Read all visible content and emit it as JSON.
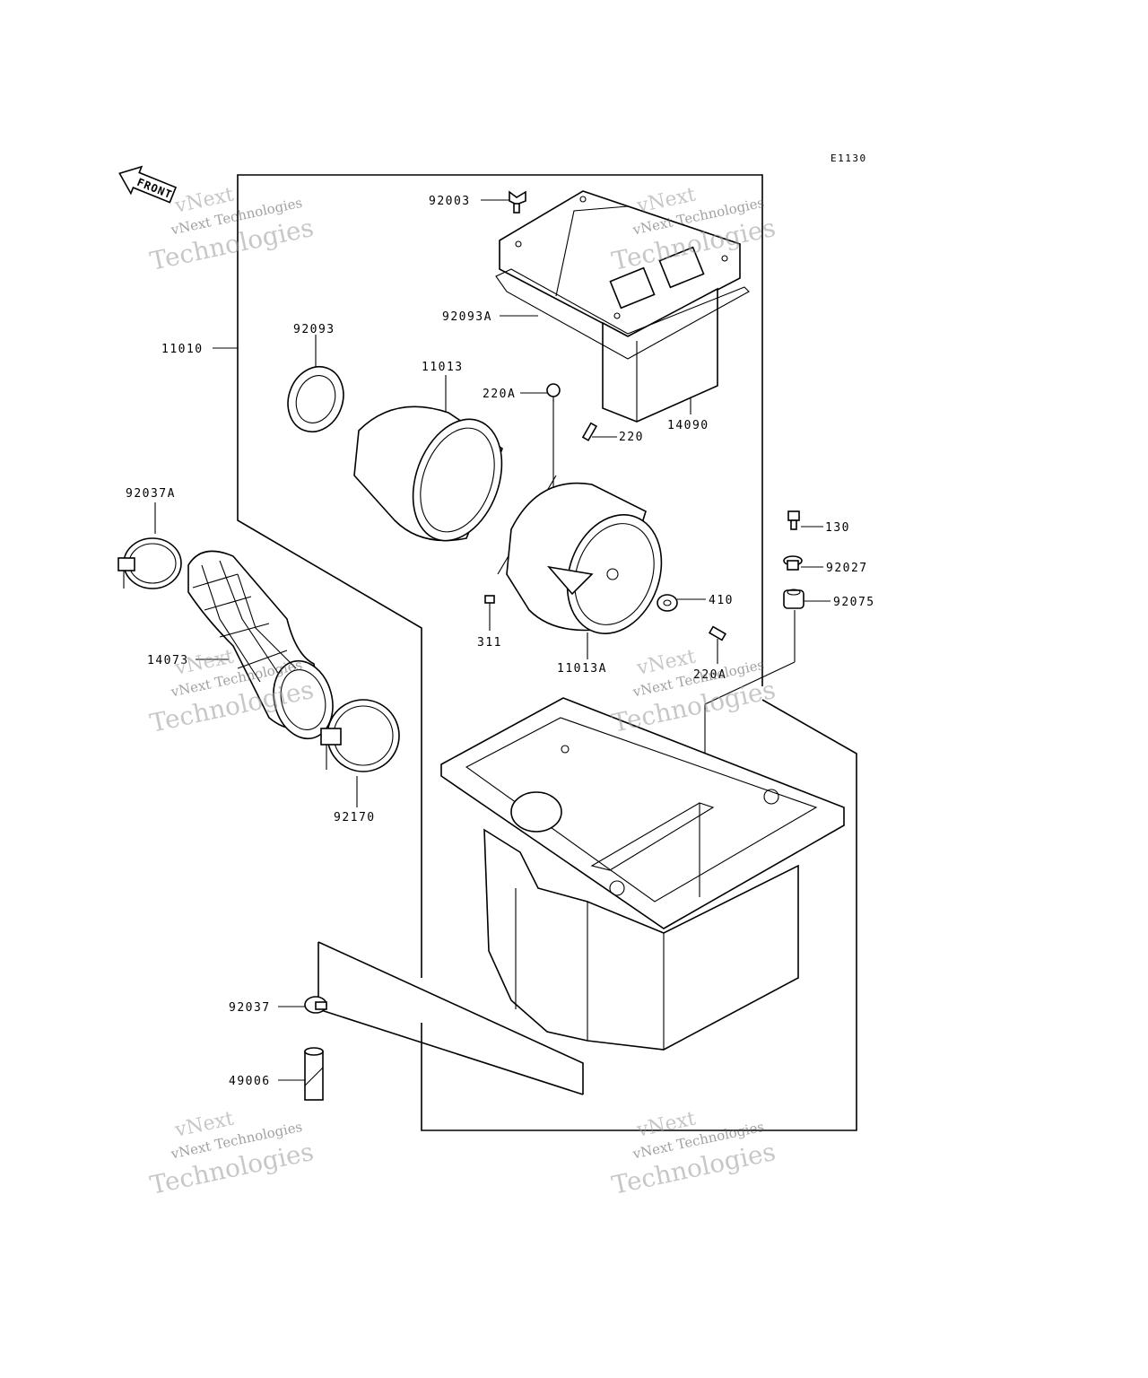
{
  "diagram": {
    "code": "E1130",
    "front_label": "FRONT",
    "watermark": {
      "line1": "vNext",
      "line2": "vNext Technologies",
      "line3": "Technologies"
    },
    "callouts": {
      "p92003": "92003",
      "p92093A": "92093A",
      "p11010": "11010",
      "p92093": "92093",
      "p11013": "11013",
      "p220A_top": "220A",
      "p220": "220",
      "p14090": "14090",
      "p92037A": "92037A",
      "p130": "130",
      "p92027": "92027",
      "p410": "410",
      "p92075": "92075",
      "p311": "311",
      "p11013A": "11013A",
      "p220A_bottom": "220A",
      "p14073": "14073",
      "p92170": "92170",
      "p92037": "92037",
      "p49006": "49006"
    }
  }
}
